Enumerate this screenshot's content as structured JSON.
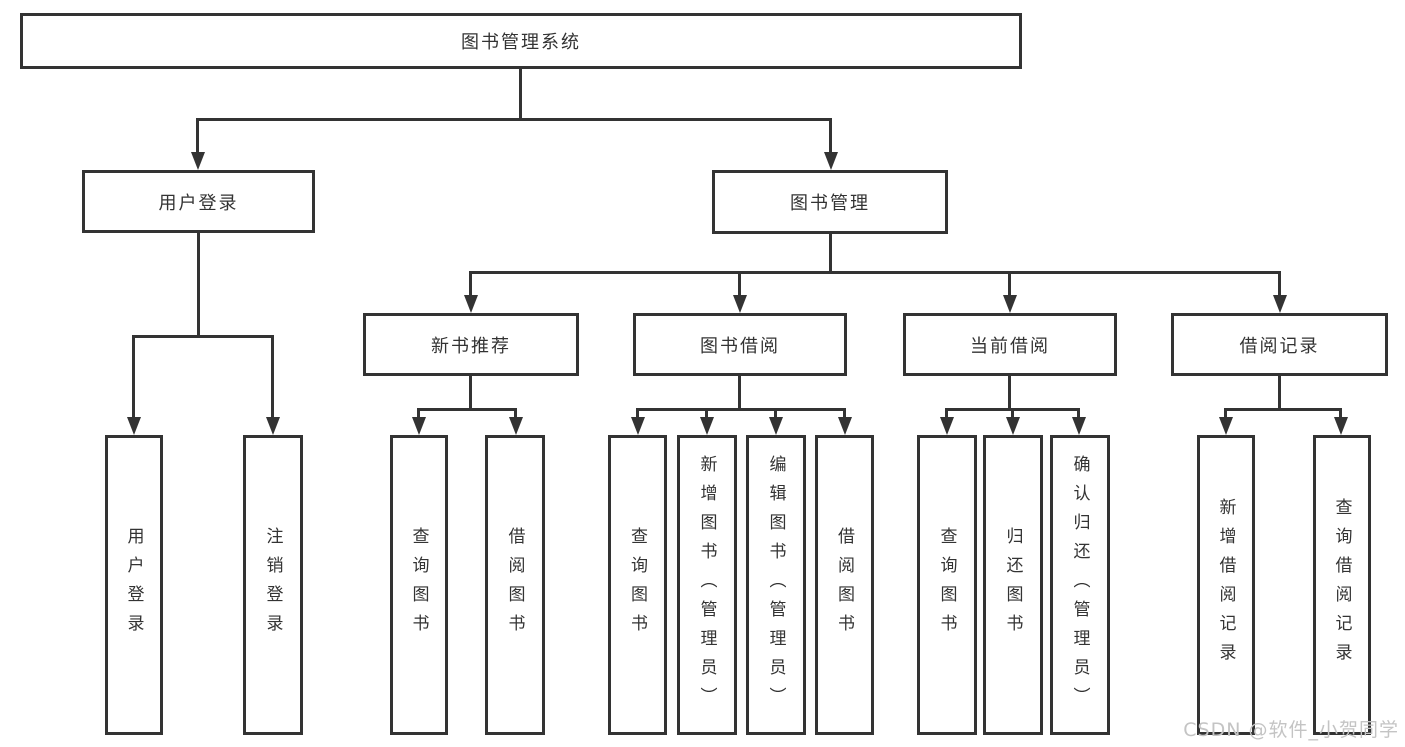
{
  "colors": {
    "background": "#ffffff",
    "line": "#333333",
    "text": "#333333",
    "watermark": "#c4c4c4"
  },
  "watermark": {
    "text": "CSDN @软件_小贺同学"
  },
  "diagram": {
    "root": "图书管理系统",
    "level2": {
      "user_login": "用户登录",
      "book_management": "图书管理"
    },
    "level3": {
      "new_book_recommend": "新书推荐",
      "book_borrow": "图书借阅",
      "current_borrow": "当前借阅",
      "borrow_record": "借阅记录"
    },
    "leaves": {
      "user_login_group": {
        "login": "用户登录",
        "logout": "注销登录"
      },
      "new_book_group": {
        "query": "查询图书",
        "borrow": "借阅图书"
      },
      "book_borrow_group": {
        "query": "查询图书",
        "add": "新增图书（管理员）",
        "edit": "编辑图书（管理员）",
        "borrow": "借阅图书"
      },
      "current_borrow_group": {
        "query": "查询图书",
        "return": "归还图书",
        "confirm": "确认归还（管理员）"
      },
      "borrow_record_group": {
        "add": "新增借阅记录",
        "query": "查询借阅记录"
      }
    }
  }
}
